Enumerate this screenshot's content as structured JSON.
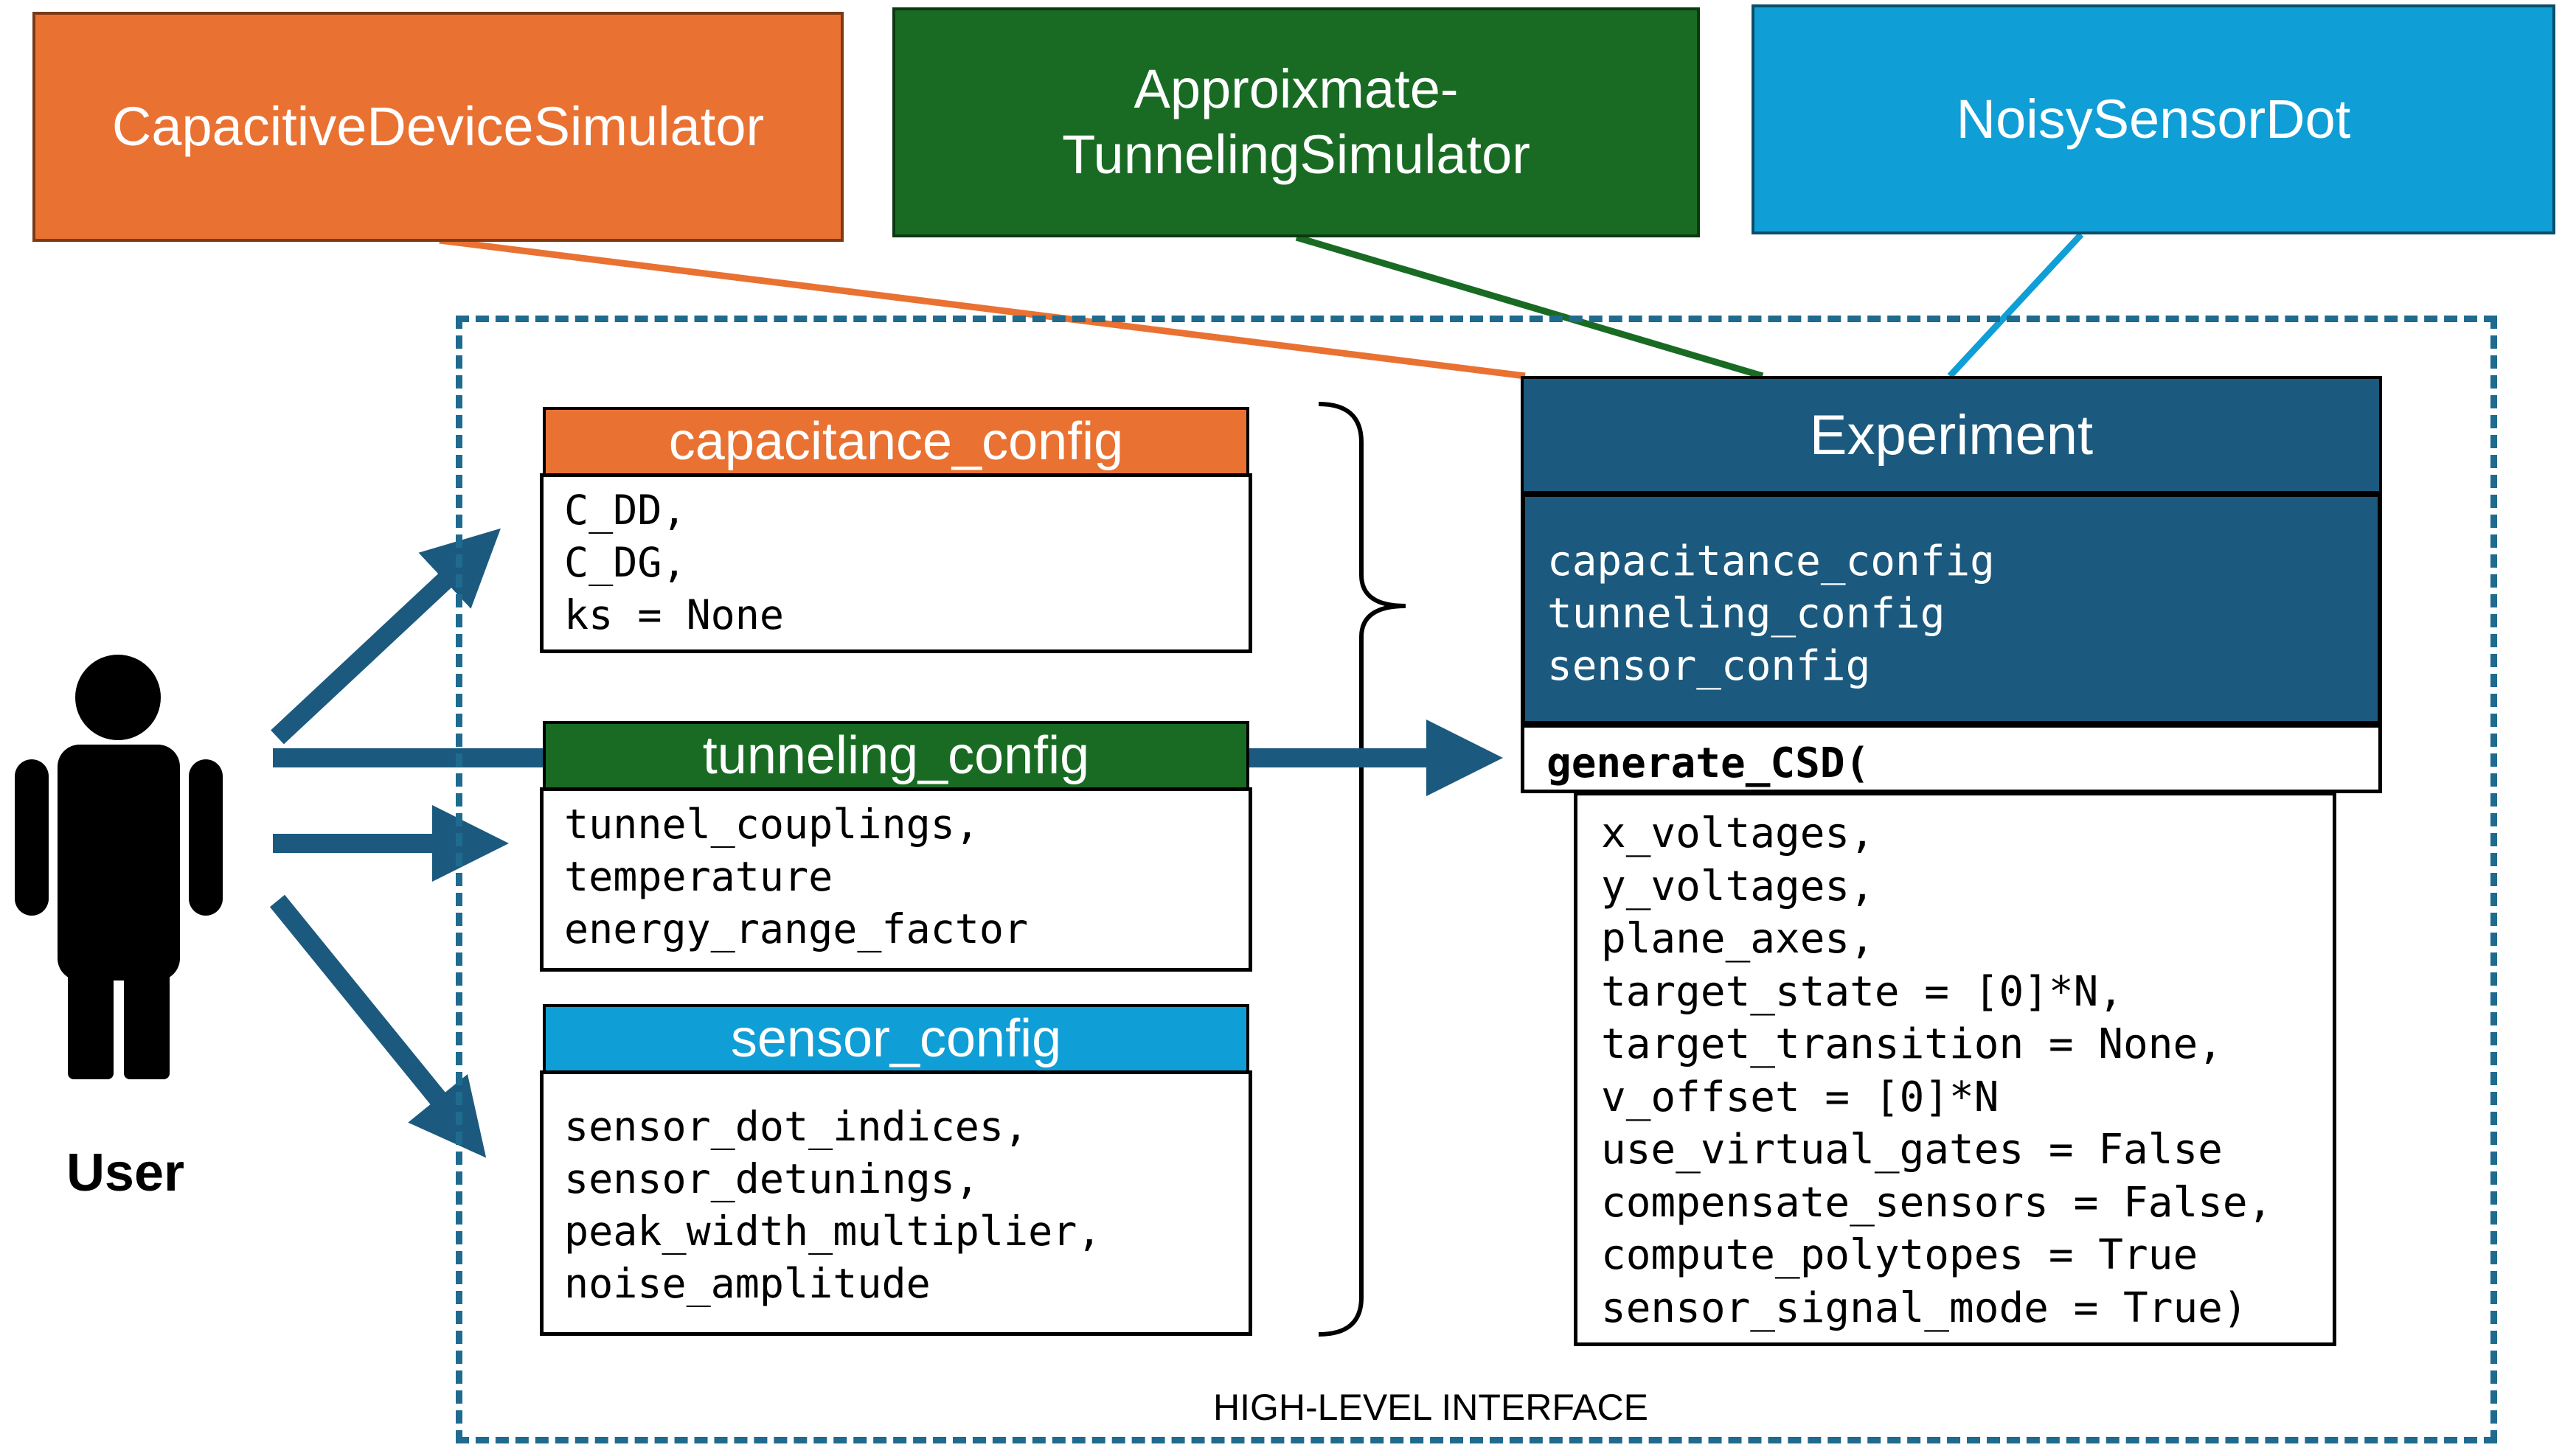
{
  "simulators": {
    "capacitive": {
      "label": "CapacitiveDeviceSimulator",
      "color": "#e97132"
    },
    "tunneling": {
      "label_line1": "Approixmate-",
      "label_line2": "TunnelingSimulator",
      "color": "#196b24"
    },
    "sensor": {
      "label": "NoisySensorDot",
      "color": "#0f9ed5"
    }
  },
  "interface_label": "HIGH-LEVEL INTERFACE",
  "user": {
    "label": "User"
  },
  "configs": {
    "capacitance": {
      "title": "capacitance_config",
      "params": [
        "C_DD,",
        "C_DG,",
        "ks = None"
      ]
    },
    "tunneling": {
      "title": "tunneling_config",
      "params": [
        "tunnel_couplings,",
        "temperature",
        "energy_range_factor"
      ]
    },
    "sensor": {
      "title": "sensor_config",
      "params": [
        "sensor_dot_indices,",
        "sensor_detunings,",
        "peak_width_multiplier,",
        "noise_amplitude"
      ]
    }
  },
  "experiment": {
    "title": "Experiment",
    "attributes": [
      "capacitance_config",
      "tunneling_config",
      "sensor_config"
    ],
    "method": "generate_CSD(",
    "args": [
      "x_voltages,",
      "y_voltages,",
      "plane_axes,",
      "target_state = [0]*N,",
      "target_transition = None,",
      "v_offset = [0]*N",
      "use_virtual_gates = False",
      "compensate_sensors = False,",
      "compute_polytopes = True",
      "sensor_signal_mode = True)"
    ],
    "header_color": "#1b5a7e"
  },
  "arrow_color": "#1b5a7e",
  "frame_color": "#1f6b8f"
}
